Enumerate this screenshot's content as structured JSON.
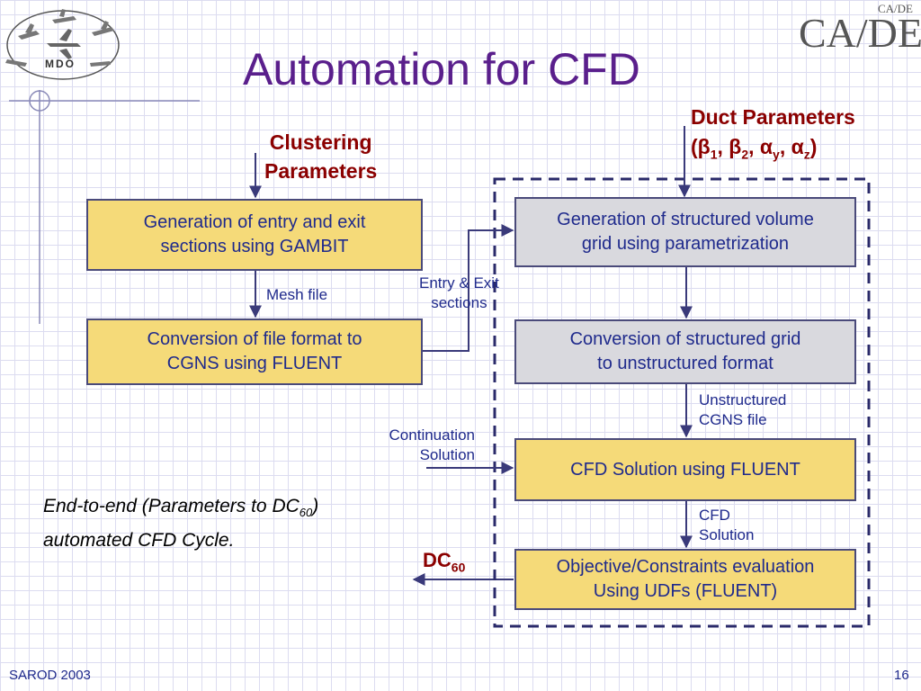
{
  "slide": {
    "title": "Automation for CFD",
    "footer_left": "SAROD 2003",
    "page_number": "16"
  },
  "logos": {
    "mdo_text": "MDO",
    "cade_text": "CA/DE",
    "cade_small": "CA/DE"
  },
  "params": {
    "clustering_line1": "Clustering",
    "clustering_line2": "Parameters",
    "duct_line1": "Duct Parameters",
    "duct_line2_prefix": "(β",
    "duct_sub1": "1",
    "duct_sep1": ", β",
    "duct_sub2": "2",
    "duct_sep2": ", α",
    "duct_sub3": "y",
    "duct_sep3": ", α",
    "duct_sub4": "z",
    "duct_suffix": ")"
  },
  "boxes": {
    "gambit_line1": "Generation of entry and exit",
    "gambit_line2": "sections using GAMBIT",
    "conversion_line1": "Conversion of file format to",
    "conversion_line2": "CGNS using FLUENT",
    "volume_line1": "Generation of structured volume",
    "volume_line2": "grid using parametrization",
    "unstructured_line1": "Conversion of structured grid",
    "unstructured_line2": "to unstructured format",
    "cfd_solution": "CFD Solution using FLUENT",
    "objective_line1": "Objective/Constraints evaluation",
    "objective_line2": "Using UDFs (FLUENT)"
  },
  "edge_labels": {
    "mesh_file": "Mesh file",
    "entry_exit_line1": "Entry & Exit",
    "entry_exit_line2": "sections",
    "unstructured_cgns_line1": "Unstructured",
    "unstructured_cgns_line2": "CGNS file",
    "continuation_line1": "Continuation",
    "continuation_line2": "Solution",
    "cfd_solution_line1": "CFD",
    "cfd_solution_line2": "Solution",
    "dc_main": "DC",
    "dc_sub": "60"
  },
  "note": {
    "line1_prefix": "End-to-end (Parameters to DC",
    "line1_sub": "60",
    "line1_suffix": ")",
    "line2": "automated  CFD Cycle."
  },
  "colors": {
    "title": "#5a1f8c",
    "text_blue": "#1f2a8c",
    "box_yellow": "#f5da79",
    "box_grey": "#d9d9de",
    "dark_red": "#8b0000",
    "connector": "#3a3a7a"
  }
}
